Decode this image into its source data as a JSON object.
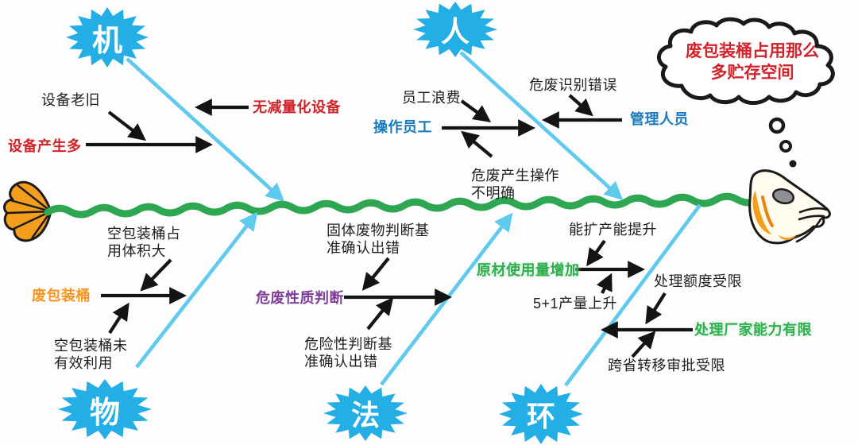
{
  "diagram_type": "fishbone-cause-effect",
  "cloud": {
    "text": "废包装桶占用那么\n多贮存空间"
  },
  "categories": [
    {
      "key": "machine",
      "label": "机"
    },
    {
      "key": "people",
      "label": "人"
    },
    {
      "key": "material",
      "label": "物"
    },
    {
      "key": "method",
      "label": "法"
    },
    {
      "key": "environment",
      "label": "环"
    }
  ],
  "labels": {
    "equip_old": "设备老旧",
    "equip_many": "设备产生多",
    "no_reduction_equipment": "无减量化设备",
    "staff_waste": "员工浪费",
    "operators": "操作员工",
    "hazwaste_id_error": "危废识别错误",
    "managers": "管理人员",
    "hazwaste_operation_unclear": "危废产生操作\n不明确",
    "empty_drum_volume": "空包装桶占\n用体积大",
    "waste_drum": "废包装桶",
    "empty_drum_unused": "空包装桶未\n有效利用",
    "solid_waste_basis_error": "固体废物判断基\n准确认出错",
    "hazwaste_property_judgement": "危废性质判断",
    "hazard_basis_error": "危险性判断基\n准确认出错",
    "raw_material_usage_up": "原材使用量增加",
    "capacity_expansion_up": "能扩产能提升",
    "output_5plus1_up": "5+1产量上升",
    "disposal_quota_limited": "处理额度受限",
    "disposal_vendor_capacity_limited": "处理厂家能力有限",
    "cross_province_transfer_limited": "跨省转移审批受限"
  },
  "colors": {
    "star_cyan": "#23AEE5",
    "branch_cyan": "#6CCDEE",
    "spine_green": "#2FA651",
    "text_red": "#D2232A",
    "text_blue": "#1779BE",
    "text_purple": "#7D3E98",
    "text_orange": "#F7941D",
    "text_green": "#2FAE4F",
    "fish_orange": "#F59E1E"
  }
}
